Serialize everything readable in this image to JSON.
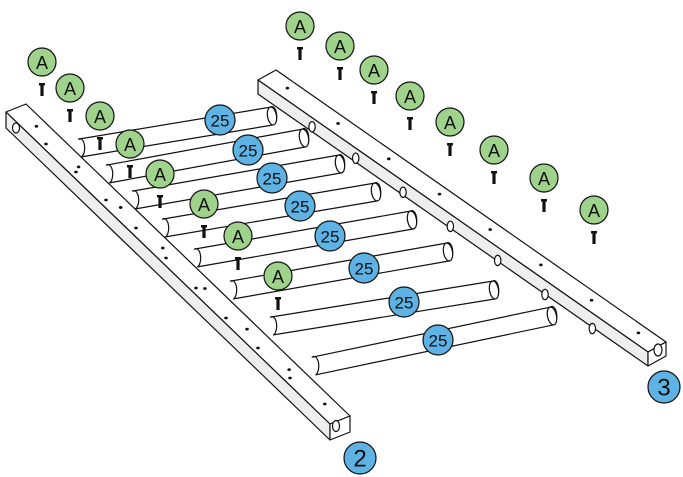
{
  "colors": {
    "rail_face": "#ffffff",
    "rail_side": "#eeeeee",
    "outline": "#111111",
    "rung_fill": "#ffffff",
    "screw_badge_fill": "#9fd28a",
    "part_badge_fill": "#5fb3e4"
  },
  "icons": {
    "screw": "screw-icon",
    "hole": "pilot-hole-icon"
  },
  "labels": {
    "screw": "A",
    "rung": "25",
    "left_rail": "2",
    "right_rail": "3"
  }
}
